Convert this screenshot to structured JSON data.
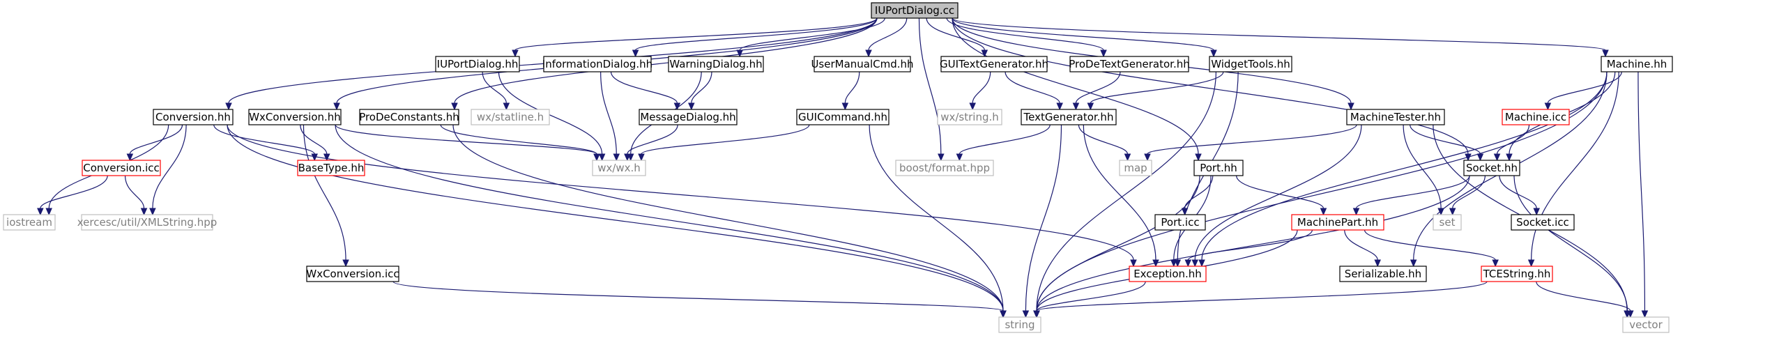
{
  "title": "IUPortDialog.cc",
  "colors": {
    "edge": "#191970",
    "root_fill": "#bfbfbf",
    "border_normal": "#000000",
    "border_red": "#ff0000",
    "border_gray": "#bfbfbf",
    "text_normal": "#000000",
    "text_gray": "#7f7f7f"
  },
  "nodes": [
    {
      "id": "root",
      "label": "IUPortDialog.cc",
      "style": "root"
    },
    {
      "id": "conv_hh",
      "label": "Conversion.hh",
      "style": "normal"
    },
    {
      "id": "wxconv_hh",
      "label": "WxConversion.hh",
      "style": "normal"
    },
    {
      "id": "prode_const",
      "label": "ProDeConstants.hh",
      "style": "normal"
    },
    {
      "id": "iuport_hh",
      "label": "IUPortDialog.hh",
      "style": "normal"
    },
    {
      "id": "info_hh",
      "label": "InformationDialog.hh",
      "style": "normal"
    },
    {
      "id": "warn_hh",
      "label": "WarningDialog.hh",
      "style": "normal"
    },
    {
      "id": "usermanual",
      "label": "UserManualCmd.hh",
      "style": "normal"
    },
    {
      "id": "guitextgen",
      "label": "GUITextGenerator.hh",
      "style": "normal"
    },
    {
      "id": "prodetextgen",
      "label": "ProDeTextGenerator.hh",
      "style": "normal"
    },
    {
      "id": "widgettools",
      "label": "WidgetTools.hh",
      "style": "normal"
    },
    {
      "id": "machine_hh",
      "label": "Machine.hh",
      "style": "normal"
    },
    {
      "id": "conv_icc",
      "label": "Conversion.icc",
      "style": "red"
    },
    {
      "id": "basetype",
      "label": "BaseType.hh",
      "style": "red"
    },
    {
      "id": "wxstatline",
      "label": "wx/statline.h",
      "style": "gray"
    },
    {
      "id": "msgdialog",
      "label": "MessageDialog.hh",
      "style": "normal"
    },
    {
      "id": "guicommand",
      "label": "GUICommand.hh",
      "style": "normal"
    },
    {
      "id": "wxstring",
      "label": "wx/string.h",
      "style": "gray"
    },
    {
      "id": "textgen",
      "label": "TextGenerator.hh",
      "style": "normal"
    },
    {
      "id": "machinetester",
      "label": "MachineTester.hh",
      "style": "normal"
    },
    {
      "id": "machine_icc",
      "label": "Machine.icc",
      "style": "red"
    },
    {
      "id": "iostream",
      "label": "iostream",
      "style": "gray"
    },
    {
      "id": "xercesc",
      "label": "xercesc/util/XMLString.hpp",
      "style": "gray"
    },
    {
      "id": "wxwx",
      "label": "wx/wx.h",
      "style": "gray"
    },
    {
      "id": "boostformat",
      "label": "boost/format.hpp",
      "style": "gray"
    },
    {
      "id": "map",
      "label": "map",
      "style": "gray"
    },
    {
      "id": "port_hh",
      "label": "Port.hh",
      "style": "normal"
    },
    {
      "id": "socket_hh",
      "label": "Socket.hh",
      "style": "normal"
    },
    {
      "id": "port_icc",
      "label": "Port.icc",
      "style": "normal"
    },
    {
      "id": "machinepart",
      "label": "MachinePart.hh",
      "style": "red"
    },
    {
      "id": "set",
      "label": "set",
      "style": "gray"
    },
    {
      "id": "socket_icc",
      "label": "Socket.icc",
      "style": "normal"
    },
    {
      "id": "wxconv_icc",
      "label": "WxConversion.icc",
      "style": "normal"
    },
    {
      "id": "exception",
      "label": "Exception.hh",
      "style": "red"
    },
    {
      "id": "serializable",
      "label": "Serializable.hh",
      "style": "normal"
    },
    {
      "id": "tcestring",
      "label": "TCEString.hh",
      "style": "red"
    },
    {
      "id": "string",
      "label": "string",
      "style": "gray"
    },
    {
      "id": "vector",
      "label": "vector",
      "style": "gray"
    }
  ],
  "edges": [
    [
      "root",
      "conv_hh"
    ],
    [
      "root",
      "wxconv_hh"
    ],
    [
      "root",
      "prode_const"
    ],
    [
      "root",
      "iuport_hh"
    ],
    [
      "root",
      "info_hh"
    ],
    [
      "root",
      "warn_hh"
    ],
    [
      "root",
      "usermanual"
    ],
    [
      "root",
      "boostformat"
    ],
    [
      "root",
      "guitextgen"
    ],
    [
      "root",
      "prodetextgen"
    ],
    [
      "root",
      "widgettools"
    ],
    [
      "root",
      "port_hh"
    ],
    [
      "root",
      "machinetester"
    ],
    [
      "root",
      "socket_hh"
    ],
    [
      "root",
      "machine_hh"
    ],
    [
      "conv_hh",
      "conv_icc"
    ],
    [
      "conv_hh",
      "basetype"
    ],
    [
      "conv_hh",
      "iostream"
    ],
    [
      "conv_hh",
      "xercesc"
    ],
    [
      "conv_hh",
      "exception"
    ],
    [
      "conv_hh",
      "string"
    ],
    [
      "conv_icc",
      "iostream"
    ],
    [
      "conv_icc",
      "xercesc"
    ],
    [
      "wxconv_hh",
      "basetype"
    ],
    [
      "wxconv_hh",
      "wxwx"
    ],
    [
      "wxconv_hh",
      "wxconv_icc"
    ],
    [
      "wxconv_hh",
      "string"
    ],
    [
      "wxconv_icc",
      "string"
    ],
    [
      "prode_const",
      "wxwx"
    ],
    [
      "prode_const",
      "string"
    ],
    [
      "iuport_hh",
      "wxstatline"
    ],
    [
      "iuport_hh",
      "wxwx"
    ],
    [
      "info_hh",
      "msgdialog"
    ],
    [
      "info_hh",
      "wxwx"
    ],
    [
      "warn_hh",
      "msgdialog"
    ],
    [
      "warn_hh",
      "wxwx"
    ],
    [
      "msgdialog",
      "wxwx"
    ],
    [
      "usermanual",
      "guicommand"
    ],
    [
      "guicommand",
      "wxwx"
    ],
    [
      "guicommand",
      "string"
    ],
    [
      "guitextgen",
      "wxstring"
    ],
    [
      "guitextgen",
      "textgen"
    ],
    [
      "prodetextgen",
      "textgen"
    ],
    [
      "widgettools",
      "textgen"
    ],
    [
      "widgettools",
      "exception"
    ],
    [
      "widgettools",
      "string"
    ],
    [
      "textgen",
      "boostformat"
    ],
    [
      "textgen",
      "map"
    ],
    [
      "textgen",
      "exception"
    ],
    [
      "textgen",
      "string"
    ],
    [
      "machinetester",
      "map"
    ],
    [
      "machinetester",
      "socket_hh"
    ],
    [
      "machinetester",
      "set"
    ],
    [
      "machinetester",
      "exception"
    ],
    [
      "machinetester",
      "vector"
    ],
    [
      "machine_hh",
      "machine_icc"
    ],
    [
      "machine_hh",
      "socket_hh"
    ],
    [
      "machine_hh",
      "exception"
    ],
    [
      "machine_hh",
      "serializable"
    ],
    [
      "machine_hh",
      "tcestring"
    ],
    [
      "machine_hh",
      "vector"
    ],
    [
      "machine_hh",
      "string"
    ],
    [
      "machine_icc",
      "socket_hh"
    ],
    [
      "port_hh",
      "port_icc"
    ],
    [
      "port_hh",
      "machinepart"
    ],
    [
      "port_hh",
      "exception"
    ],
    [
      "port_hh",
      "string"
    ],
    [
      "socket_hh",
      "machinepart"
    ],
    [
      "socket_hh",
      "set"
    ],
    [
      "socket_hh",
      "socket_icc"
    ],
    [
      "socket_hh",
      "vector"
    ],
    [
      "socket_hh",
      "string"
    ],
    [
      "machinepart",
      "exception"
    ],
    [
      "machinepart",
      "serializable"
    ],
    [
      "machinepart",
      "tcestring"
    ],
    [
      "machinepart",
      "string"
    ],
    [
      "exception",
      "string"
    ],
    [
      "tcestring",
      "string"
    ],
    [
      "tcestring",
      "vector"
    ]
  ]
}
